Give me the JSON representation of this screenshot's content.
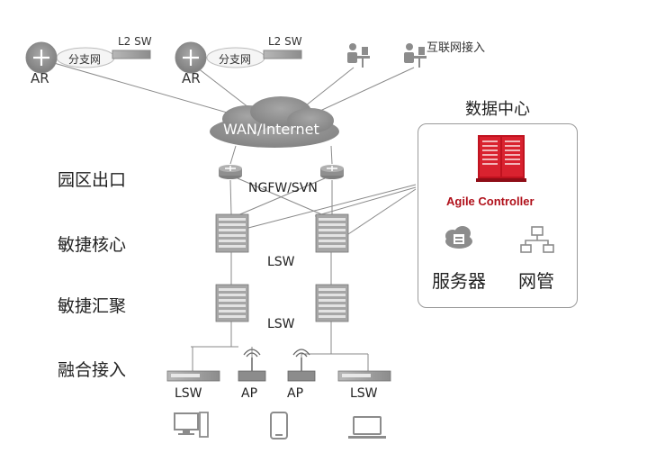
{
  "branches": {
    "left": {
      "router": "AR",
      "network": "分支网",
      "switch": "L2 SW"
    },
    "right": {
      "router": "AR",
      "network": "分支网",
      "switch": "L2 SW"
    },
    "internet_access": "互联网接入"
  },
  "cloud_label": "WAN/Internet",
  "layers": {
    "egress": "园区出口",
    "core": "敏捷核心",
    "aggregation": "敏捷汇聚",
    "access": "融合接入"
  },
  "devices": {
    "firewall": "NGFW/SVN",
    "core_switch": "LSW",
    "agg_switch": "LSW",
    "access_switch_left": "LSW",
    "ap_left": "AP",
    "ap_right": "AP",
    "access_switch_right": "LSW"
  },
  "datacenter": {
    "title": "数据中心",
    "controller": "Agile Controller",
    "server": "服务器",
    "nms": "网管"
  },
  "colors": {
    "controller_red": "#b0111b",
    "cloud_gray": "#8e8e8e",
    "device_gray": "#9c9c9c",
    "line_gray": "#8a8a8a"
  }
}
